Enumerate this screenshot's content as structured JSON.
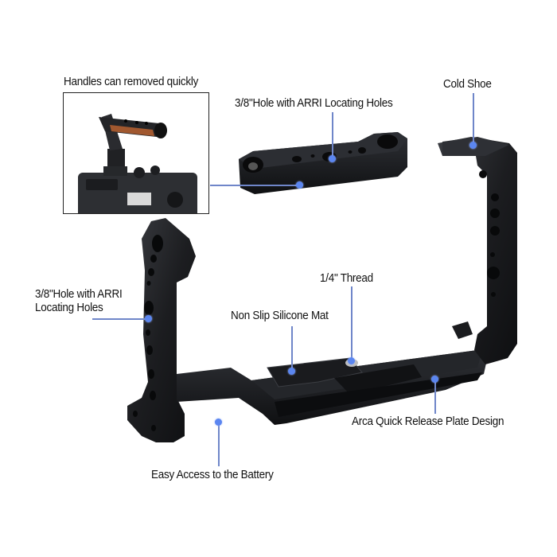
{
  "image": {
    "type": "product-feature-diagram",
    "subject": "camera cage with detachable top handle",
    "background_color": "#ffffff",
    "accent_color": "#5b86f0",
    "leader_line_color": "#6f86c9"
  },
  "inset": {
    "caption": "Handles can removed quickly"
  },
  "callouts": {
    "top_plate_holes": "3/8\"Hole with ARRI Locating Holes",
    "cold_shoe": "Cold Shoe",
    "side_holes_line1": "3/8\"Hole with ARRI",
    "side_holes_line2": "Locating Holes",
    "thread": "1/4\" Thread",
    "silicone_mat": "Non Slip Silicone Mat",
    "arca_plate": "Arca Quick Release Plate Design",
    "battery": "Easy Access to the Battery"
  }
}
